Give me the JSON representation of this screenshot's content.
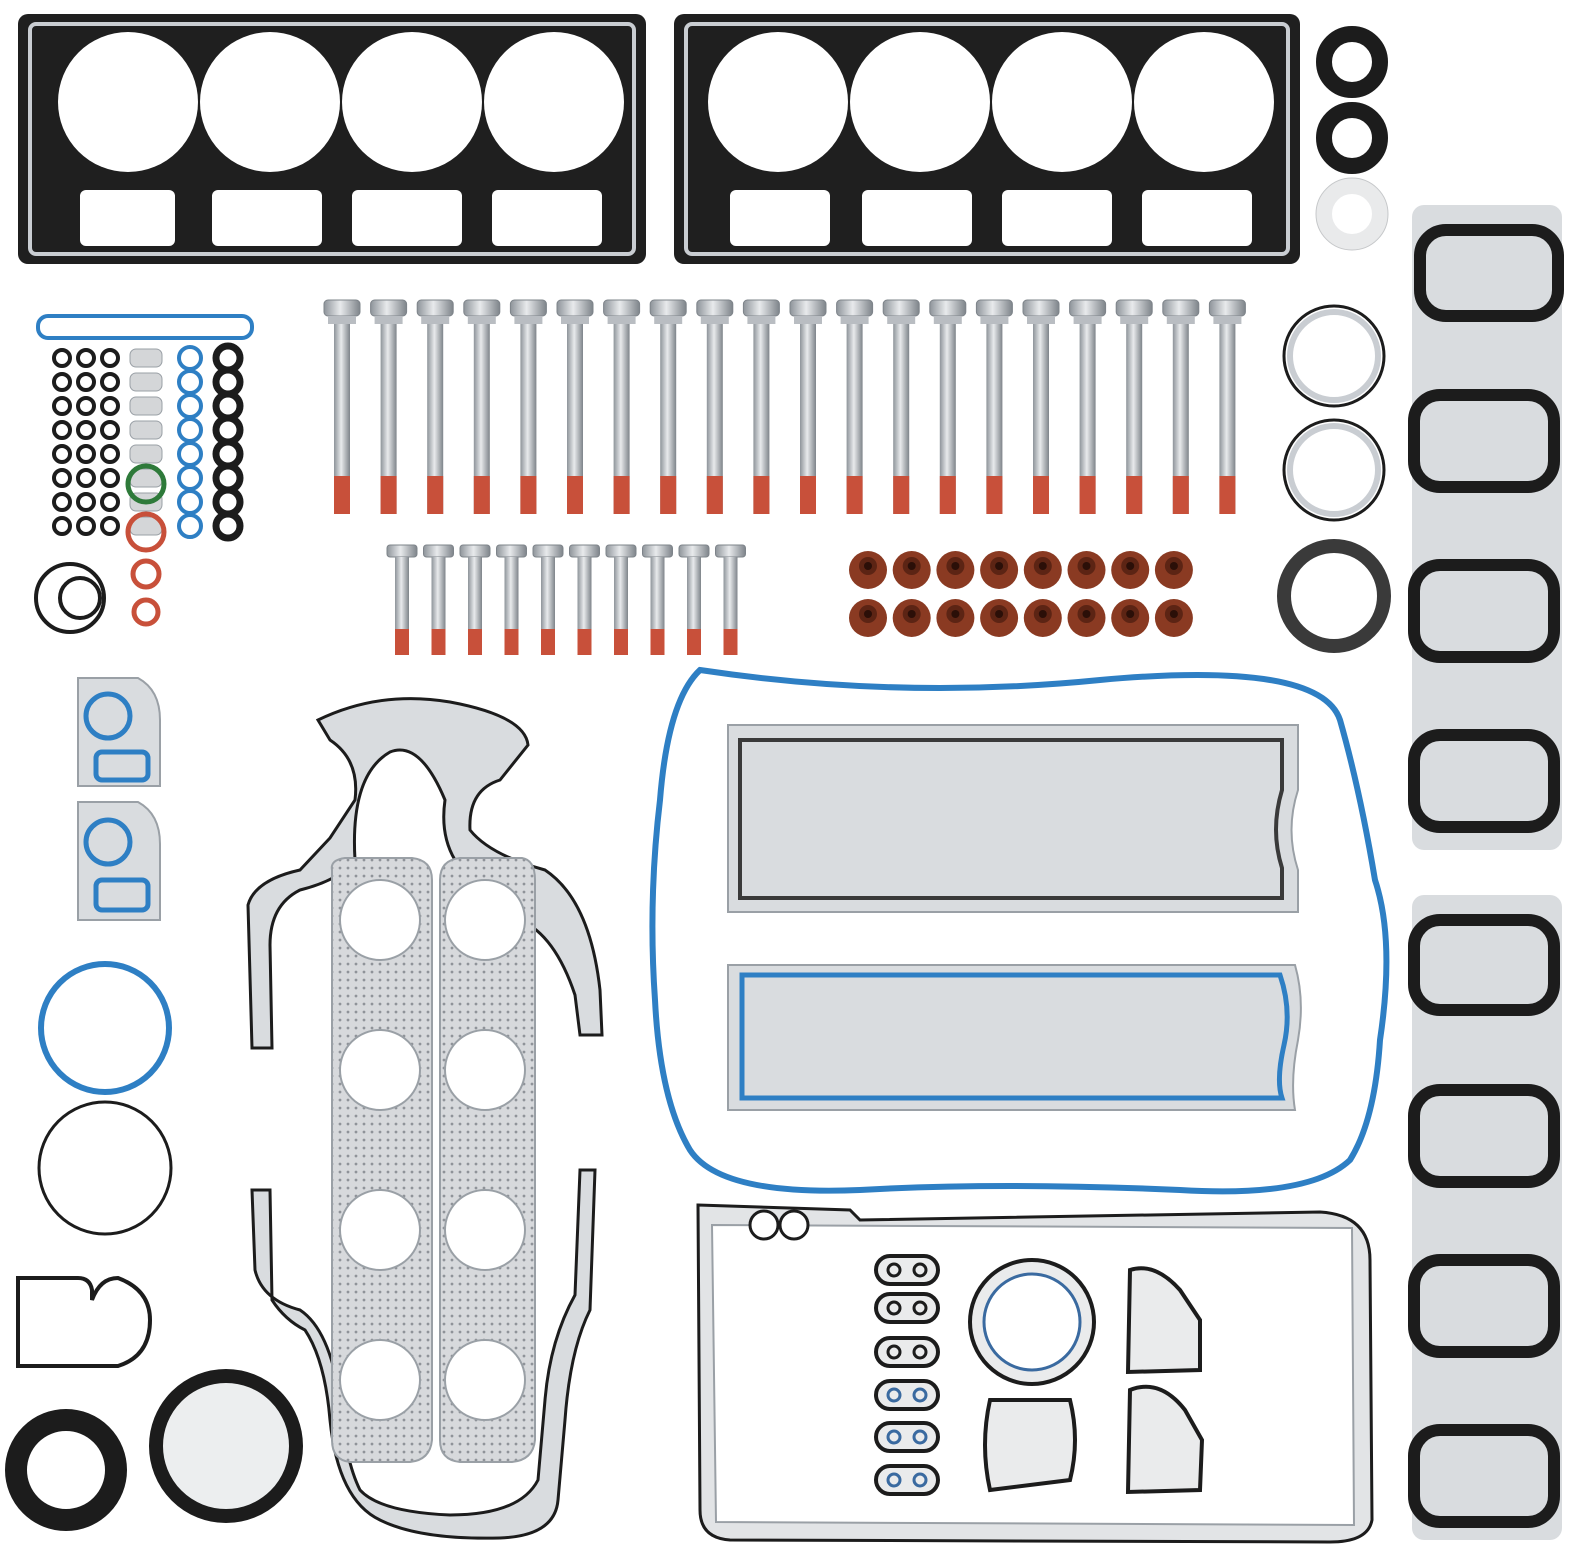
{
  "colors": {
    "steel": "#c9cdd2",
    "steel_dark": "#9aa0a6",
    "rubber_black": "#1c1c1c",
    "seal_blue": "#2e7fc4",
    "thread_red": "#c8503a",
    "valve_seal_brown": "#8a3a22",
    "perforation": "#b9bcc0",
    "background": "#ffffff"
  },
  "parts": {
    "head_gaskets": 2,
    "long_head_bolts": 20,
    "short_head_bolts": 10,
    "valve_stem_seals": 16,
    "intake_gaskets": 8,
    "exhaust_manifold_gaskets": 2
  }
}
